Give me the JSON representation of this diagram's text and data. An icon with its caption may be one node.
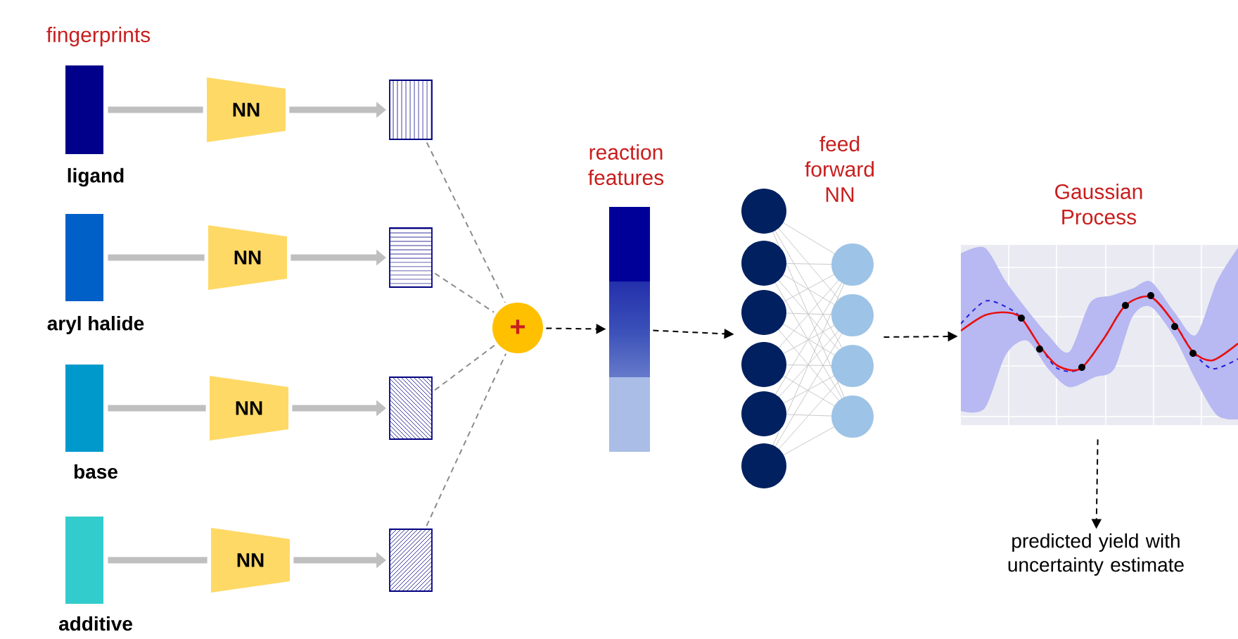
{
  "diagram": {
    "nodes": [
      {
        "text": [
          "ligand"
        ]
      },
      {
        "text": [
          "aryl halide"
        ]
      },
      {
        "text": [
          "base"
        ]
      },
      {
        "text": [
          "additive"
        ]
      },
      {
        "text": [
          "NN"
        ]
      },
      {
        "text": [
          "NN"
        ]
      },
      {
        "text": [
          "NN"
        ]
      },
      {
        "text": [
          "NN"
        ]
      },
      {
        "text": [],
        "shape": "box"
      },
      {
        "text": [],
        "shape": "box"
      },
      {
        "text": [],
        "shape": "box"
      },
      {
        "text": [],
        "shape": "box"
      },
      {
        "text": [
          "+"
        ]
      },
      {
        "text": [
          "reaction features"
        ]
      },
      {
        "text": [
          "feed forward NN"
        ]
      },
      {
        "text": [
          "Gaussian Process"
        ]
      },
      {
        "text": [
          "predicted yield with uncertainty estimate"
        ]
      }
    ],
    "edges": [
      {
        "from": 0,
        "to": 4,
        "arrow": "none",
        "style": "thick",
        "color": "#bfbfbf"
      },
      {
        "from": 4,
        "to": 8,
        "arrow": "to",
        "style": "thick",
        "color": "#bfbfbf"
      },
      {
        "from": 1,
        "to": 5,
        "arrow": "none",
        "style": "thick",
        "color": "#bfbfbf"
      },
      {
        "from": 5,
        "to": 9,
        "arrow": "to",
        "style": "thick",
        "color": "#bfbfbf"
      },
      {
        "from": 2,
        "to": 6,
        "arrow": "none",
        "style": "thick",
        "color": "#bfbfbf"
      },
      {
        "from": 6,
        "to": 10,
        "arrow": "to",
        "style": "thick",
        "color": "#bfbfbf"
      },
      {
        "from": 3,
        "to": 7,
        "arrow": "none",
        "style": "thick",
        "color": "#bfbfbf"
      },
      {
        "from": 7,
        "to": 11,
        "arrow": "to",
        "style": "thick",
        "color": "#bfbfbf"
      },
      {
        "from": 8,
        "to": 12,
        "arrow": "none",
        "style": "dashed",
        "color": "#8c8c8c"
      },
      {
        "from": 9,
        "to": 12,
        "arrow": "none",
        "style": "dashed",
        "color": "#8c8c8c"
      },
      {
        "from": 10,
        "to": 12,
        "arrow": "none",
        "style": "dashed",
        "color": "#8c8c8c"
      },
      {
        "from": 11,
        "to": 12,
        "arrow": "none",
        "style": "dashed",
        "color": "#8c8c8c"
      },
      {
        "from": 12,
        "to": 13,
        "arrow": "to",
        "style": "dashed",
        "color": "#000000"
      },
      {
        "from": 13,
        "to": 14,
        "arrow": "to",
        "style": "dashed",
        "color": "#000000"
      },
      {
        "from": 14,
        "to": 15,
        "arrow": "to",
        "style": "dashed",
        "color": "#000000"
      },
      {
        "from": 15,
        "to": 16,
        "arrow": "to",
        "style": "dashed",
        "color": "#000000"
      }
    ],
    "labels": [
      "fingerprints"
    ]
  }
}
